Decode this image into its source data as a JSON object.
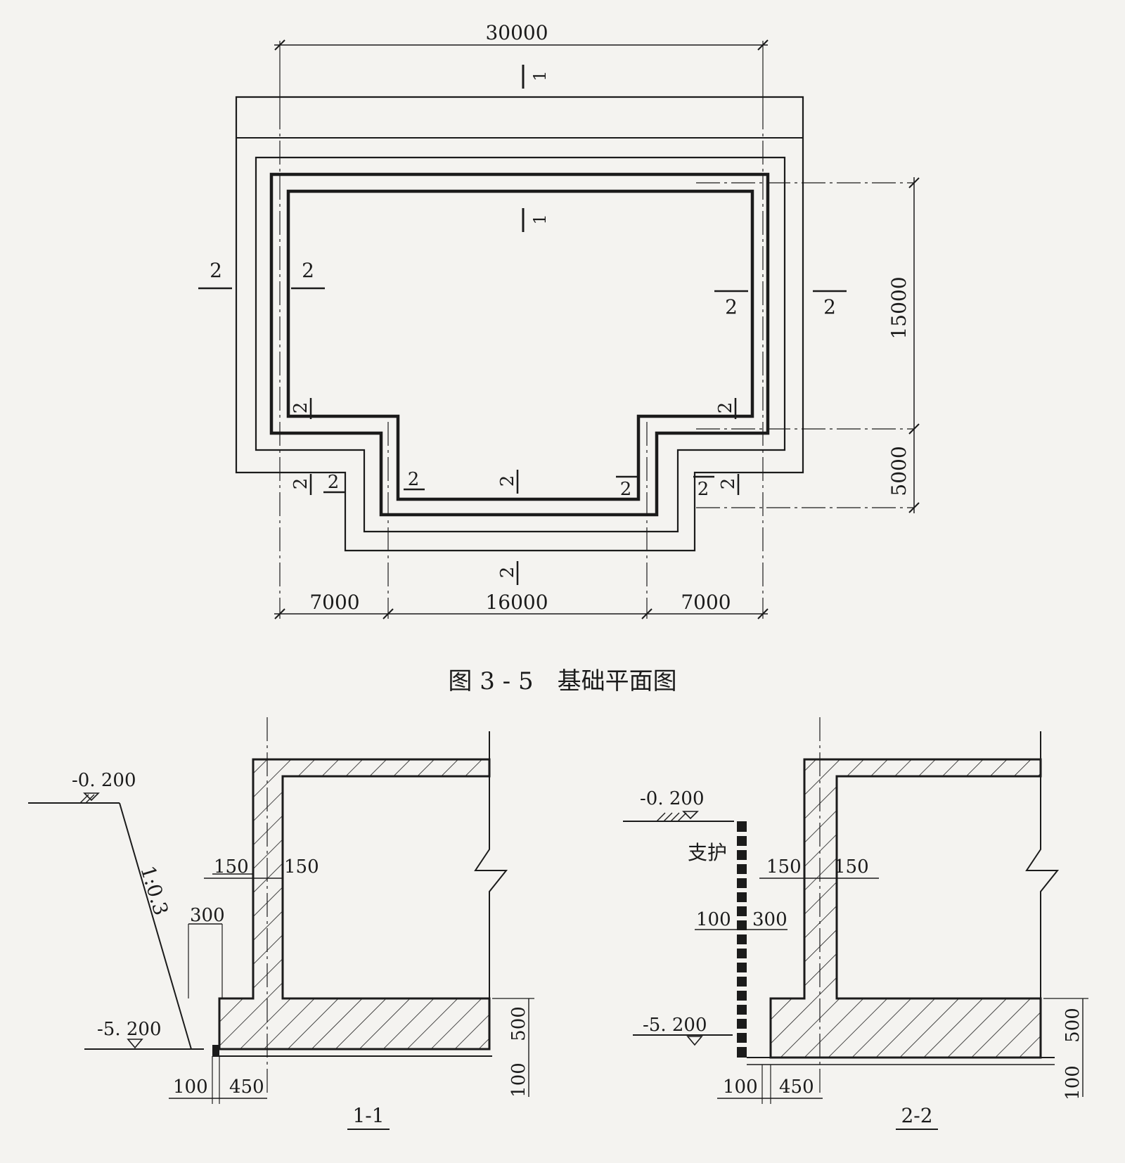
{
  "plan": {
    "caption": "图 3 - 5　基础平面图",
    "dims": {
      "total_width": "30000",
      "seg_left": "7000",
      "seg_mid": "16000",
      "seg_right": "7000",
      "height_upper": "15000",
      "height_lower": "5000"
    },
    "section_marks": {
      "one": "1",
      "two": "2"
    }
  },
  "section_1_1": {
    "title": "1-1",
    "elev_top": "-0. 200",
    "elev_bottom": "-5. 200",
    "slope": "1:0.3",
    "wall_left": "150",
    "wall_right": "150",
    "footing_ext": "300",
    "base_thickness": "500",
    "cushion": "100",
    "dim_100": "100",
    "dim_450": "450"
  },
  "section_2_2": {
    "title": "2-2",
    "elev_top": "-0. 200",
    "elev_bottom": "-5. 200",
    "support_label": "支护",
    "wall_left": "150",
    "wall_right": "150",
    "support_dim": "100",
    "footing_ext": "300",
    "base_thickness": "500",
    "cushion": "100",
    "dim_100": "100",
    "dim_450": "450"
  }
}
